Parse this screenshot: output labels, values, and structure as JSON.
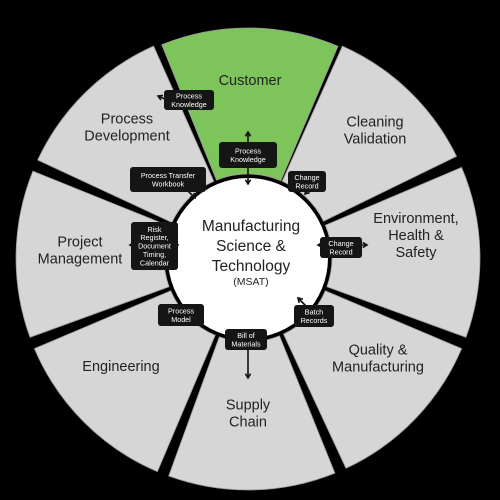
{
  "center": {
    "lines": [
      "Manufacturing",
      "Science &",
      "Technology"
    ],
    "sub": "(MSAT)"
  },
  "colors": {
    "highlight": "#7dc45a",
    "segment": "#d6d6d6",
    "tag": "#151515"
  },
  "segments": [
    {
      "id": "customer",
      "lines": [
        "Customer"
      ],
      "highlight": true
    },
    {
      "id": "cleaning-validation",
      "lines": [
        "Cleaning",
        "Validation"
      ]
    },
    {
      "id": "environment-health-safety",
      "lines": [
        "Environment,",
        "Health &",
        "Safety"
      ]
    },
    {
      "id": "quality-manufacturing",
      "lines": [
        "Quality &",
        "Manufacturing"
      ]
    },
    {
      "id": "supply-chain",
      "lines": [
        "Supply",
        "Chain"
      ]
    },
    {
      "id": "engineering",
      "lines": [
        "Engineering"
      ]
    },
    {
      "id": "project-management",
      "lines": [
        "Project",
        "Management"
      ]
    },
    {
      "id": "process-development",
      "lines": [
        "Process",
        "Development"
      ]
    }
  ],
  "tags": [
    {
      "id": "process-knowledge-customer",
      "lines": [
        "Process",
        "Knowledge"
      ]
    },
    {
      "id": "process-knowledge-center",
      "lines": [
        "Process",
        "Knowledge"
      ]
    },
    {
      "id": "change-record-cleaning",
      "lines": [
        "Change",
        "Record"
      ]
    },
    {
      "id": "change-record-ehs",
      "lines": [
        "Change",
        "Record"
      ]
    },
    {
      "id": "batch-records",
      "lines": [
        "Batch",
        "Records"
      ]
    },
    {
      "id": "bill-of-materials",
      "lines": [
        "Bill of",
        "Materials"
      ]
    },
    {
      "id": "process-model",
      "lines": [
        "Process",
        "Model"
      ]
    },
    {
      "id": "risk-register",
      "lines": [
        "Risk",
        "Register,",
        "Document",
        "Timing,",
        "Calendar"
      ]
    },
    {
      "id": "process-transfer-workbook",
      "lines": [
        "Process Transfer",
        "Workbook"
      ]
    }
  ]
}
